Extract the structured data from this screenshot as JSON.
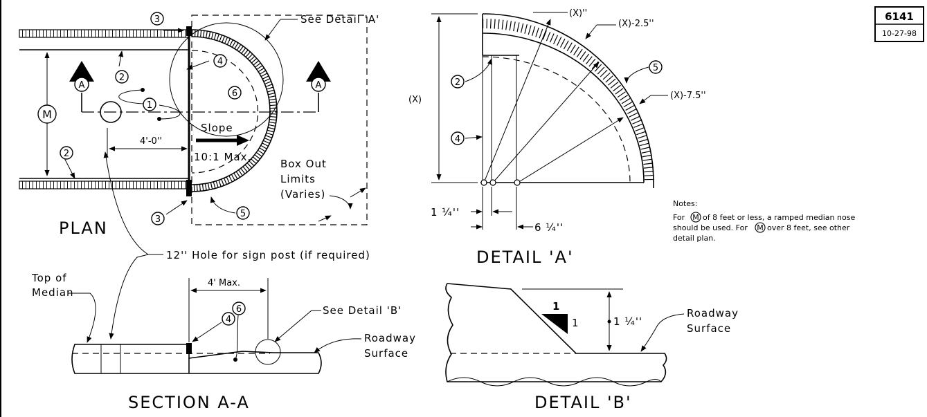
{
  "title_block": {
    "number": "6141",
    "date": "10-27-98"
  },
  "views": {
    "plan": "PLAN",
    "detail_a": "DETAIL 'A'",
    "section_aa": "SECTION A-A",
    "detail_b": "DETAIL 'B'"
  },
  "callouts": {
    "n1": "1",
    "n2": "2",
    "n3": "3",
    "n4": "4",
    "n5": "5",
    "n6": "6",
    "section_mark": "A",
    "median_width": "M"
  },
  "plan_labels": {
    "see_detail_a": "See Detail 'A'",
    "slope": "Slope",
    "slope_ratio": "10:1 Max.",
    "dim_4ft": "4'-0''",
    "box_out_1": "Box Out",
    "box_out_2": "Limits",
    "box_out_3": "(Varies)"
  },
  "detail_a_labels": {
    "x_top": "(X)''",
    "x": "(X)",
    "x_minus_2_5": "(X)-2.5''",
    "x_minus_7_5": "(X)-7.5''",
    "dim_1_quarter": "1 ¼''",
    "dim_6_quarter": "6 ¼''"
  },
  "notes": {
    "heading": "Notes:",
    "line1_a": "For",
    "line1_b": "of 8 feet or less, a ramped median nose",
    "line2_a": "should be used. For",
    "line2_b": "over 8 feet, see other",
    "line3": "detail plan."
  },
  "section_labels": {
    "hole_note": "12'' Hole for sign post (if required)",
    "top_of_median_1": "Top of",
    "top_of_median_2": "Median",
    "four_max": "4' Max.",
    "see_detail_b": "See Detail 'B'",
    "roadway_1": "Roadway",
    "roadway_2": "Surface"
  },
  "detail_b_labels": {
    "slope_rise": "1",
    "slope_run": "1",
    "dim_height": "1 ¼''",
    "roadway_1": "Roadway",
    "roadway_2": "Surface"
  }
}
